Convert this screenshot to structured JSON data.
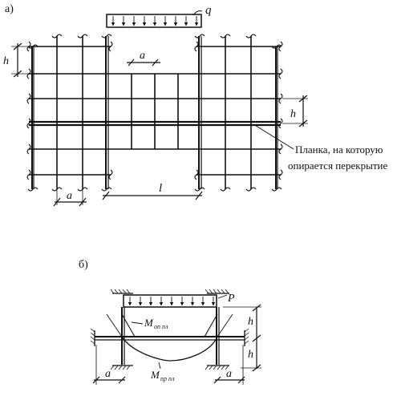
{
  "figure_a": {
    "panel_label": "а)",
    "load_label": "q",
    "dim_a_top": "a",
    "dim_a_bottom": "a",
    "dim_h_left": "h",
    "dim_h_right": "h",
    "dim_l": "l",
    "callout_line1": "Планка, на которую",
    "callout_line2": "опирается перекрытие"
  },
  "figure_b": {
    "panel_label": "б)",
    "load_label": "P",
    "moment_support_label": "M",
    "moment_support_sub": "оп пл",
    "moment_span_label": "M",
    "moment_span_sub": "пр пл",
    "dim_h_top": "h",
    "dim_h_bottom": "h",
    "dim_a_left": "a",
    "dim_a_right": "a"
  }
}
